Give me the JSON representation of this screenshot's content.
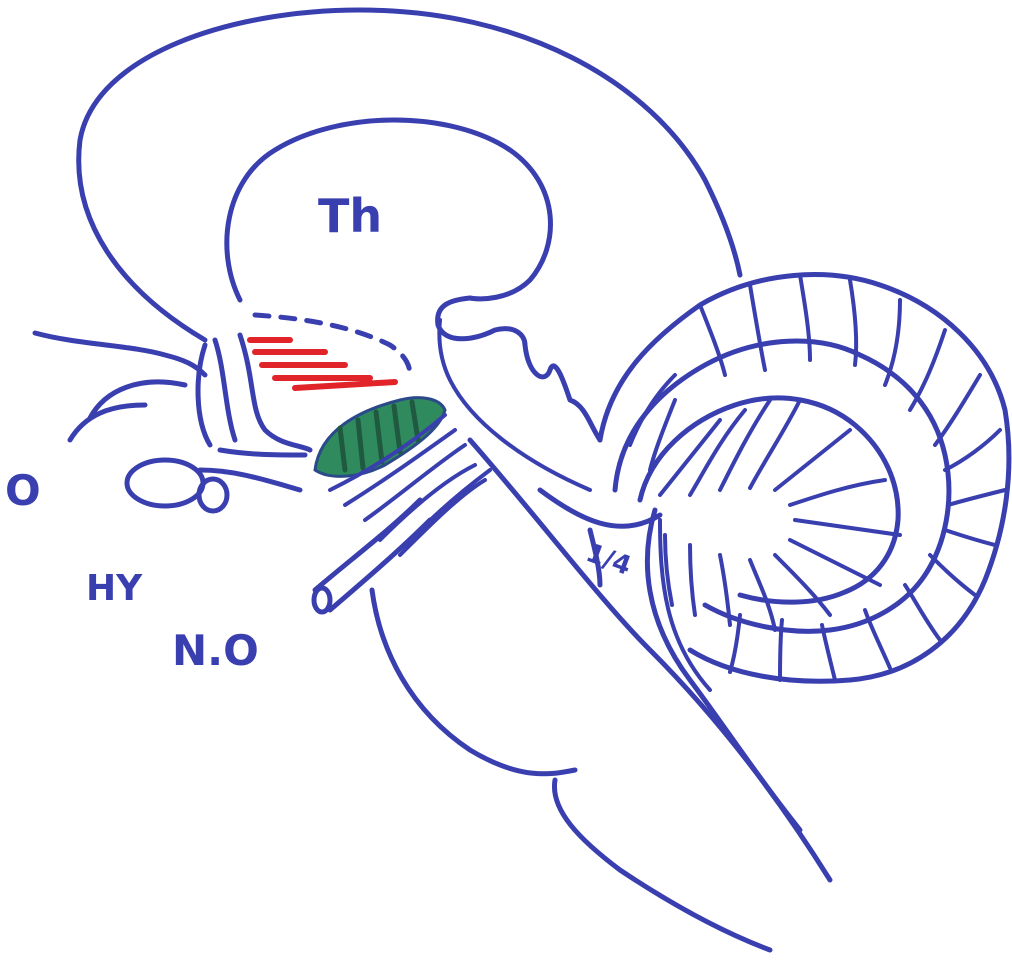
{
  "labels": {
    "thalamus": "Th",
    "optic": "O",
    "hypophysis": "HY",
    "nucleus_olivaris": "N.O",
    "fourth_ventricle": "1/4"
  },
  "colors": {
    "ink": "#3a3fb0",
    "red_hatch": "#e0242a",
    "green_hatch": "#2f8a5e"
  }
}
